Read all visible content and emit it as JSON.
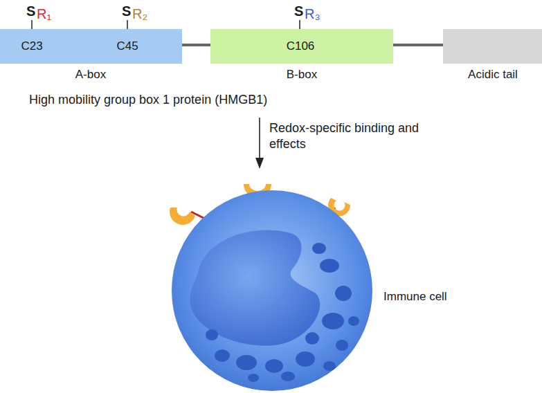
{
  "diagram": {
    "nodes": [
      {
        "text": [
          "C23",
          "C45",
          "A-box"
        ]
      },
      {
        "text": [
          "C106",
          "B-box"
        ]
      },
      {
        "text": [
          "Acidic tail"
        ]
      },
      {
        "text": [
          "Immune cell"
        ]
      }
    ],
    "edges": [
      {
        "from": 0,
        "to": 1,
        "arrow": "none"
      },
      {
        "from": 1,
        "to": 2,
        "arrow": "none"
      }
    ],
    "labels": [
      "S",
      "R₁",
      "S",
      "R₂",
      "S",
      "R₃",
      "High mobility group box 1 protein (HMGB1)",
      "Redox-specific binding and effects"
    ]
  }
}
